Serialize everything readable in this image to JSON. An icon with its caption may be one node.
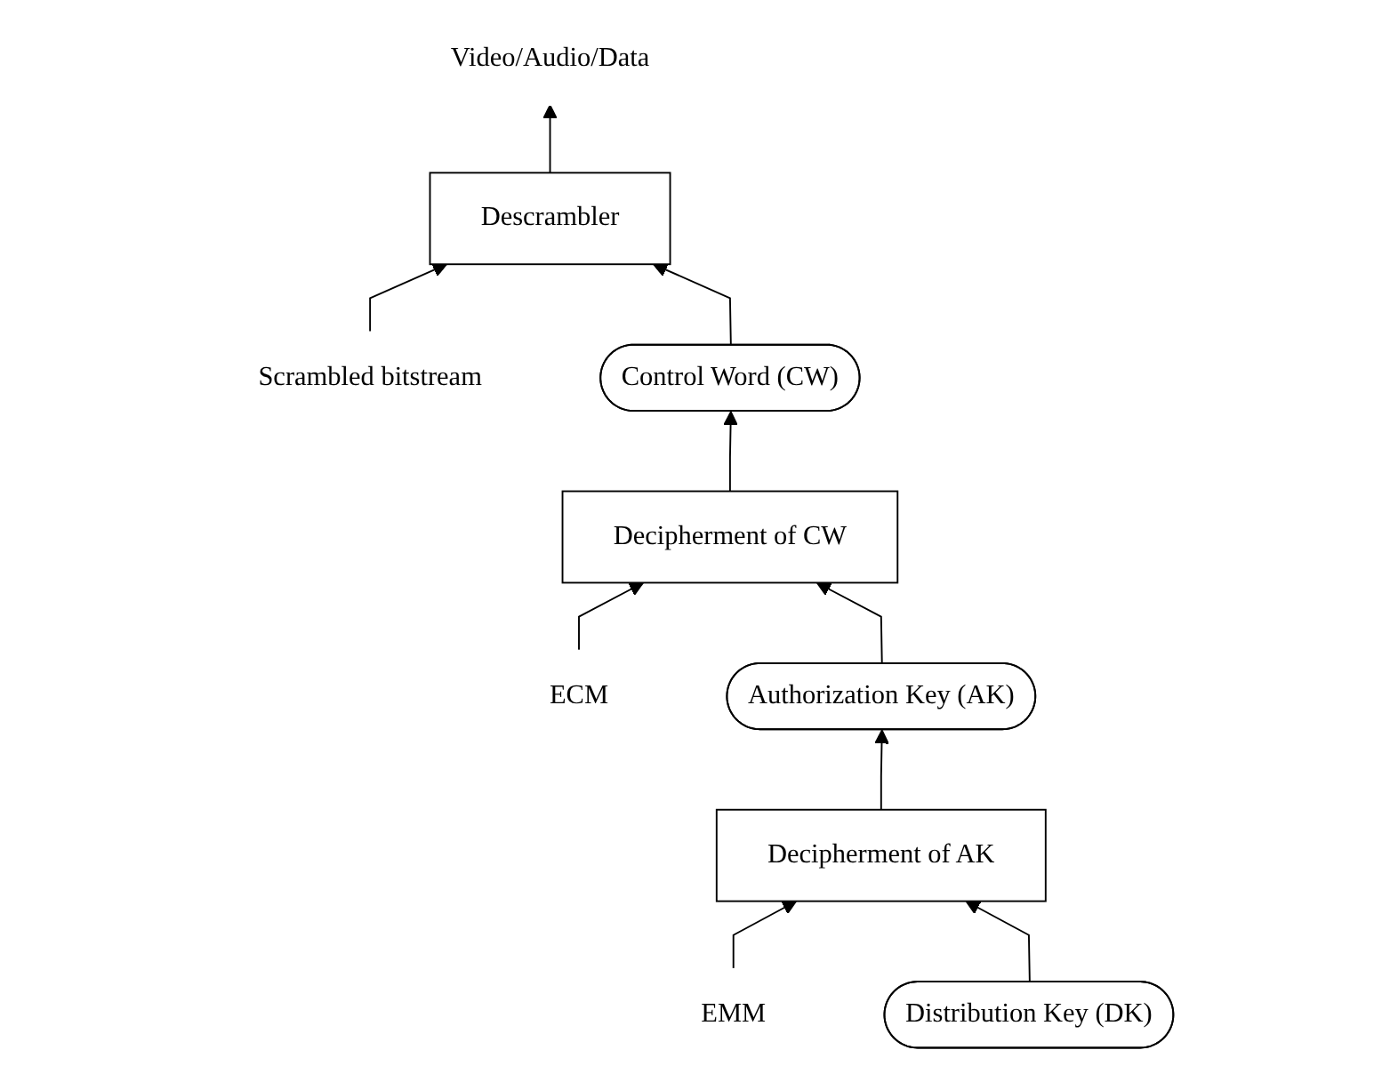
{
  "diagram": {
    "nodes": [
      {
        "text": [
          "Scrambled bitstream"
        ]
      },
      {
        "text": [
          "Descrambler"
        ]
      },
      {
        "text": [
          "Video/Audio/Data"
        ]
      },
      {
        "text": [
          "Control Word (CW)"
        ]
      },
      {
        "text": [
          "ECM"
        ]
      },
      {
        "text": [
          "Decipherment of CW"
        ]
      },
      {
        "text": [
          "Authorization Key (AK)"
        ]
      },
      {
        "text": [
          "EMM"
        ]
      },
      {
        "text": [
          "Decipherment of AK"
        ]
      },
      {
        "text": [
          "Distribution Key (DK)"
        ]
      }
    ],
    "edges": [
      {
        "from": 0,
        "to": 1,
        "arrow": "to"
      },
      {
        "from": 1,
        "to": 2,
        "arrow": "to"
      },
      {
        "from": 3,
        "to": 1,
        "arrow": "to"
      },
      {
        "from": 5,
        "to": 3,
        "arrow": "to"
      },
      {
        "from": 4,
        "to": 5,
        "arrow": "to"
      },
      {
        "from": 6,
        "to": 5,
        "arrow": "to"
      },
      {
        "from": 8,
        "to": 6,
        "arrow": "to"
      },
      {
        "from": 7,
        "to": 8,
        "arrow": "to"
      },
      {
        "from": 9,
        "to": 8,
        "arrow": "to"
      }
    ]
  }
}
